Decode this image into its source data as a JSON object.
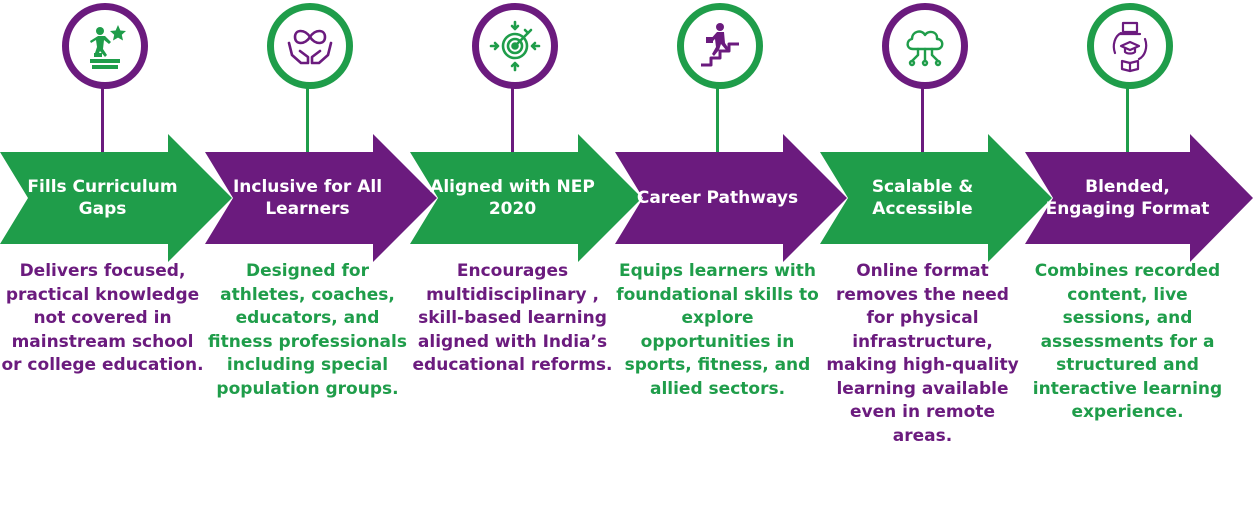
{
  "colors": {
    "green": "#1f9d4a",
    "purple": "#6b1b7e"
  },
  "steps": [
    {
      "title": "Fills Curriculum Gaps",
      "description": "Delivers focused, practical knowledge not covered in mainstream school or college education.",
      "arrow_color": "green",
      "ring_color": "purple",
      "text_color": "purple",
      "icon": "student-climbing-books-star-icon"
    },
    {
      "title": "Inclusive for All Learners",
      "description": "Designed for athletes, coaches, educators, and fitness professionals including special population groups.",
      "arrow_color": "purple",
      "ring_color": "green",
      "text_color": "green",
      "icon": "hands-infinity-icon"
    },
    {
      "title": "Aligned with NEP 2020",
      "description": "Encourages multidisciplinary , skill-based learning aligned with India’s educational reforms.",
      "arrow_color": "green",
      "ring_color": "purple",
      "text_color": "purple",
      "icon": "target-arrows-icon"
    },
    {
      "title": "Career Pathways",
      "description": "Equips learners with foundational skills to explore opportunities in sports, fitness, and allied sectors.",
      "arrow_color": "purple",
      "ring_color": "green",
      "text_color": "green",
      "icon": "person-climbing-stairs-icon"
    },
    {
      "title": "Scalable & Accessible",
      "description": "Online format removes the need for physical infrastructure, making high-quality learning available even in remote areas.",
      "arrow_color": "green",
      "ring_color": "purple",
      "text_color": "purple",
      "icon": "cloud-network-icon"
    },
    {
      "title": "Blended, Engaging Format",
      "description": "Combines recorded content, live sessions, and assessments for a structured and interactive learning experience.",
      "arrow_color": "purple",
      "ring_color": "green",
      "text_color": "green",
      "icon": "laptop-cap-book-cycle-icon"
    }
  ]
}
